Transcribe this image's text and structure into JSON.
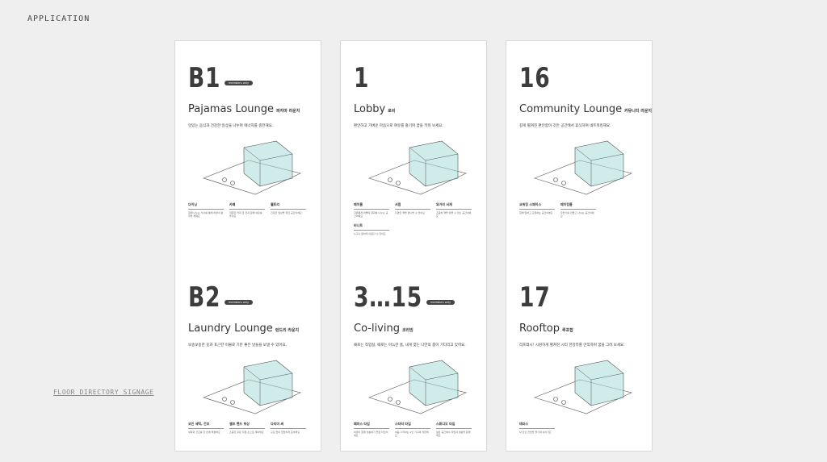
{
  "page": {
    "label": "APPLICATION",
    "signage_link": "FLOOR DIRECTORY SIGNAGE"
  },
  "colors": {
    "accent": "#a9dcd8",
    "badge": "#444444",
    "panel": "#ffffff",
    "background": "#efefef"
  },
  "panels": [
    {
      "sections": [
        {
          "num": "B1",
          "badge": "members only",
          "title": "Pajamas Lounge",
          "title_ko": "파자마 라운지",
          "subtitle": "맛있는 음식과 건강한 일상을 나누며 에너지를 충전해요.",
          "features": [
            {
              "name": "다이닝",
              "desc": "함께 나누는 식사를 통해 하루의 활력을 채워요"
            },
            {
              "name": "카페",
              "desc": "따뜻한 커피 한 잔과 함께 여유를 즐겨요"
            },
            {
              "name": "웰트리",
              "desc": "건강한 일상을 위한 공간이에요"
            }
          ]
        },
        {
          "num": "B2",
          "badge": "members only",
          "title": "Laundry Lounge",
          "title_ko": "런드리 라운지",
          "subtitle": "보송보송한 옷과 포근한 이불로 기분 좋은 날들을 보낼 수 있어요.",
          "features": [
            {
              "name": "코인 세탁, 건조",
              "desc": "세탁과 건조를 한 번에 해결해요"
            },
            {
              "name": "셀프 핸드 워싱",
              "desc": "소중한 옷은 직접 손으로 세탁해요"
            },
            {
              "name": "다리미 써",
              "desc": "구김 없이 깔끔하게 준비해요"
            }
          ]
        }
      ]
    },
    {
      "sections": [
        {
          "num": "1",
          "badge": "",
          "title": "Lobby",
          "title_ko": "로비",
          "subtitle": "편안하고 가벼운 마음으로 여유를 즐기며 꿈을 키워 보세요.",
          "features": [
            {
              "name": "메이룸",
              "desc": "자유롭게 머물며 대화를 나누는 공간이에요"
            },
            {
              "name": "서점",
              "desc": "다양한 책을 만나볼 수 있어요"
            },
            {
              "name": "와가미 서재",
              "desc": "조용히 책을 읽을 수 있는 공간이에요"
            },
            {
              "name": "비니트",
              "desc": "누구나 편하게 이용할 수 있어요"
            }
          ]
        },
        {
          "num": "3…15",
          "badge": "members only",
          "title": "Co-living",
          "title_ko": "코리빙",
          "subtitle": "때로는 작업실, 때로는 아늑한 홈, 내게 맞는 나만의 룸이 기다리고 있어요.",
          "features": [
            {
              "name": "패미스 타입",
              "desc": "여럿이 함께 생활하기 좋은 타입이에요"
            },
            {
              "name": "스타터 타입",
              "desc": "처음 시작하는 1인 가구에 적합해요"
            },
            {
              "name": "스튜디오 타입",
              "desc": "넓은 공간에서 작업과 생활을 함께해요"
            }
          ]
        }
      ]
    },
    {
      "sections": [
        {
          "num": "16",
          "badge": "",
          "title": "Community Lounge",
          "title_ko": "커뮤니티 라운지",
          "subtitle": "길게 펼쳐진 편안함이 깃든 공간에서 휴식하며 네트워킹해요.",
          "features": [
            {
              "name": "코워킹 스페이스",
              "desc": "함께 일하고 교류하는 공간이에요"
            },
            {
              "name": "메이킹룸",
              "desc": "무언가를 만들고 나누는 공간이에요"
            }
          ]
        },
        {
          "num": "17",
          "badge": "",
          "title": "Rooftop",
          "title_ko": "루프탑",
          "subtitle": "리프레시! 시원하게 펼쳐진 시티 한강뷰를 만끽하며 꿈을 그려 보세요.",
          "features": [
            {
              "name": "테라스",
              "desc": "탁 트인 전망을 즐기며 쉬어가요"
            }
          ]
        }
      ]
    }
  ]
}
